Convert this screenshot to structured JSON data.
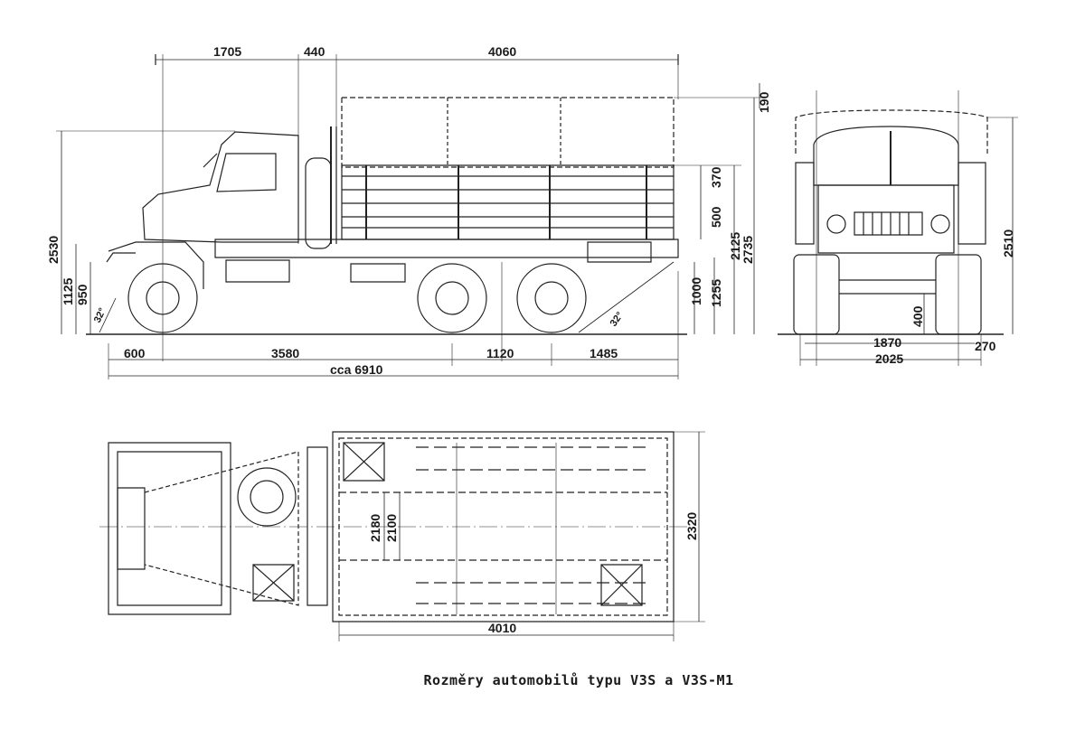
{
  "caption": "Rozměry automobilů typu V3S a V3S-M1",
  "side_view": {
    "top_dims": [
      "1705",
      "440",
      "4060"
    ],
    "tarp_height": "190",
    "bottom_dims": [
      "600",
      "3580",
      "1120",
      "1485"
    ],
    "overall_length": "cca 6910",
    "left_dims": [
      "2530",
      "1125",
      "950"
    ],
    "right_dims": [
      "370",
      "500",
      "1000",
      "1255",
      "2125",
      "2735"
    ],
    "angle_rear": "32°",
    "angle_front": "32°"
  },
  "front_view": {
    "height": "2510",
    "ground_clearance": "400",
    "track": "1870",
    "tyre_width": "270",
    "overall_width": "2025"
  },
  "top_view": {
    "inner_width": "2180",
    "inner_width2": "2100",
    "overall_width": "2320",
    "bed_length": "4010"
  }
}
